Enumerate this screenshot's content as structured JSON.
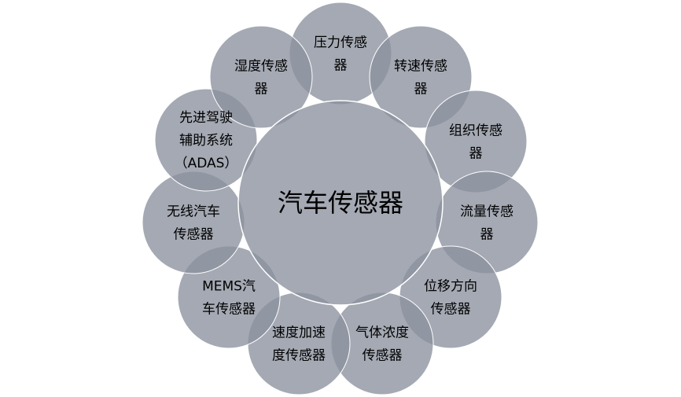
{
  "diagram": {
    "center": {
      "label": "汽车传感器"
    },
    "satellites": [
      {
        "lines": [
          "压力传感",
          "器"
        ]
      },
      {
        "lines": [
          "转速传感",
          "器"
        ]
      },
      {
        "lines": [
          "组织传感",
          "器"
        ]
      },
      {
        "lines": [
          "流量传感",
          "器"
        ]
      },
      {
        "lines": [
          "位移方向",
          "传感器"
        ]
      },
      {
        "lines": [
          "气体浓度",
          "传感器"
        ]
      },
      {
        "lines": [
          "速度加速",
          "度传感器"
        ]
      },
      {
        "lines": [
          "MEMS汽",
          "车传感器"
        ]
      },
      {
        "lines": [
          "无线汽车",
          "传感器"
        ]
      },
      {
        "lines": [
          "先进驾驶",
          "辅助系统",
          "（ADAS）"
        ]
      },
      {
        "lines": [
          "湿度传感",
          "器"
        ]
      }
    ],
    "colors": {
      "circle_fill": "#8a919e",
      "circle_stroke": "#ffffff"
    }
  }
}
